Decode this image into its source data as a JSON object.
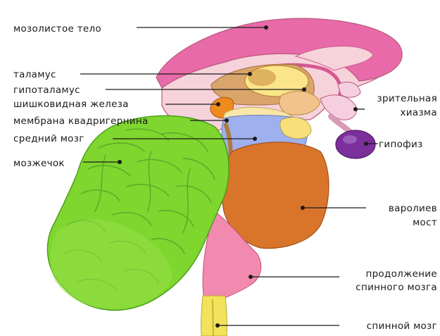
{
  "labels": {
    "corpus_callosum": "мозолистое тело",
    "thalamus": "таламус",
    "hypothalamus": "гипоталамус",
    "pineal": "шишковидная железа",
    "quadrigeminal": "мембрана квадригернина",
    "midbrain": "средний мозг",
    "cerebellum": "мозжечок",
    "optic_chiasm_1": "зрительная",
    "optic_chiasm_2": "хиазма",
    "pituitary": "гипофиз",
    "pons_1": "варолиев",
    "pons_2": "мост",
    "medulla_1": "продолжение",
    "medulla_2": "спинного мозга",
    "spinal_cord": "спинной мозг"
  },
  "colors": {
    "corpus_callosum": "#e86aa8",
    "cortex_light": "#f6d2da",
    "thalamus": "#fbe58a",
    "hypothalamus": "#f2c38a",
    "pineal": "#ef8a1e",
    "midbrain": "#9fb0ee",
    "cerebellum": "#7ed62e",
    "pons": "#d9752a",
    "medulla": "#f28ab0",
    "spinal_cord": "#f3e35a",
    "pituitary": "#7a2f9a",
    "chiasm": "#f5cfe0"
  }
}
